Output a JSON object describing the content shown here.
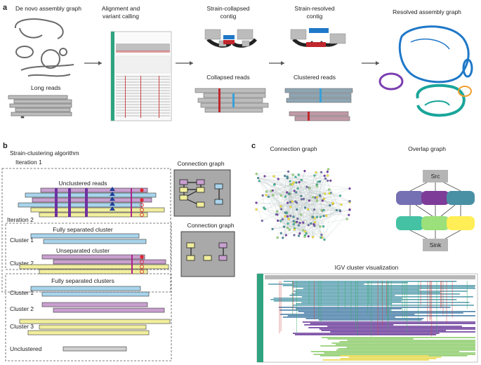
{
  "panels": {
    "a": "a",
    "b": "b",
    "c": "c"
  },
  "panel_a": {
    "de_novo": "De novo assembly graph",
    "long_reads": "Long reads",
    "alignment_line1": "Alignment and",
    "alignment_line2": "variant calling",
    "collapsed_line1": "Strain-collapsed",
    "collapsed_line2": "contig",
    "collapsed_reads": "Collapsed reads",
    "resolved_line1": "Strain-resolved",
    "resolved_line2": "contig",
    "clustered_reads": "Clustered reads",
    "resolved_graph": "Resolved assembly graph"
  },
  "panel_b": {
    "title": "Strain-clustering algorithm",
    "iteration1": "Iteration 1",
    "iteration2": "Iteration 2",
    "unclustered_reads": "Unclustered reads",
    "fully_separated_cluster": "Fully separated cluster",
    "cluster1": "Cluster 1",
    "unseparated_cluster": "Unseparated cluster",
    "cluster2": "Cluster 2",
    "fully_separated_clusters": "Fully separated clusters",
    "cluster1b": "Cluster 1",
    "cluster2b": "Cluster 2",
    "cluster3": "Cluster 3",
    "unclustered": "Unclustered",
    "connection_graph1": "Connection graph",
    "connection_graph2": "Connection graph"
  },
  "panel_c": {
    "connection_graph": "Connection graph",
    "overlap_graph": "Overlap graph",
    "src": "Src",
    "sink": "Sink",
    "igv": "IGV cluster visualization"
  },
  "colors": {
    "read_gray": "#bdbdbd",
    "blue": "#a8d4ec",
    "purple": "#c9a0d0",
    "yellow": "#f1ee9e",
    "variant_purple": "#7030a0",
    "variant_red": "#e2262f",
    "variant_navy": "#1f3f9a",
    "resolved_blue": "#1f78c8",
    "resolved_teal": "#1aa59b",
    "resolved_purple": "#7b3fb0",
    "resolved_orange": "#f0a030",
    "overlap_lavender": "#7570b3",
    "overlap_purple": "#7d3c98",
    "overlap_teal": "#4a90a4",
    "overlap_green": "#45c1a3",
    "overlap_lightgreen": "#9be07a",
    "overlap_yellow": "#ffee55"
  }
}
